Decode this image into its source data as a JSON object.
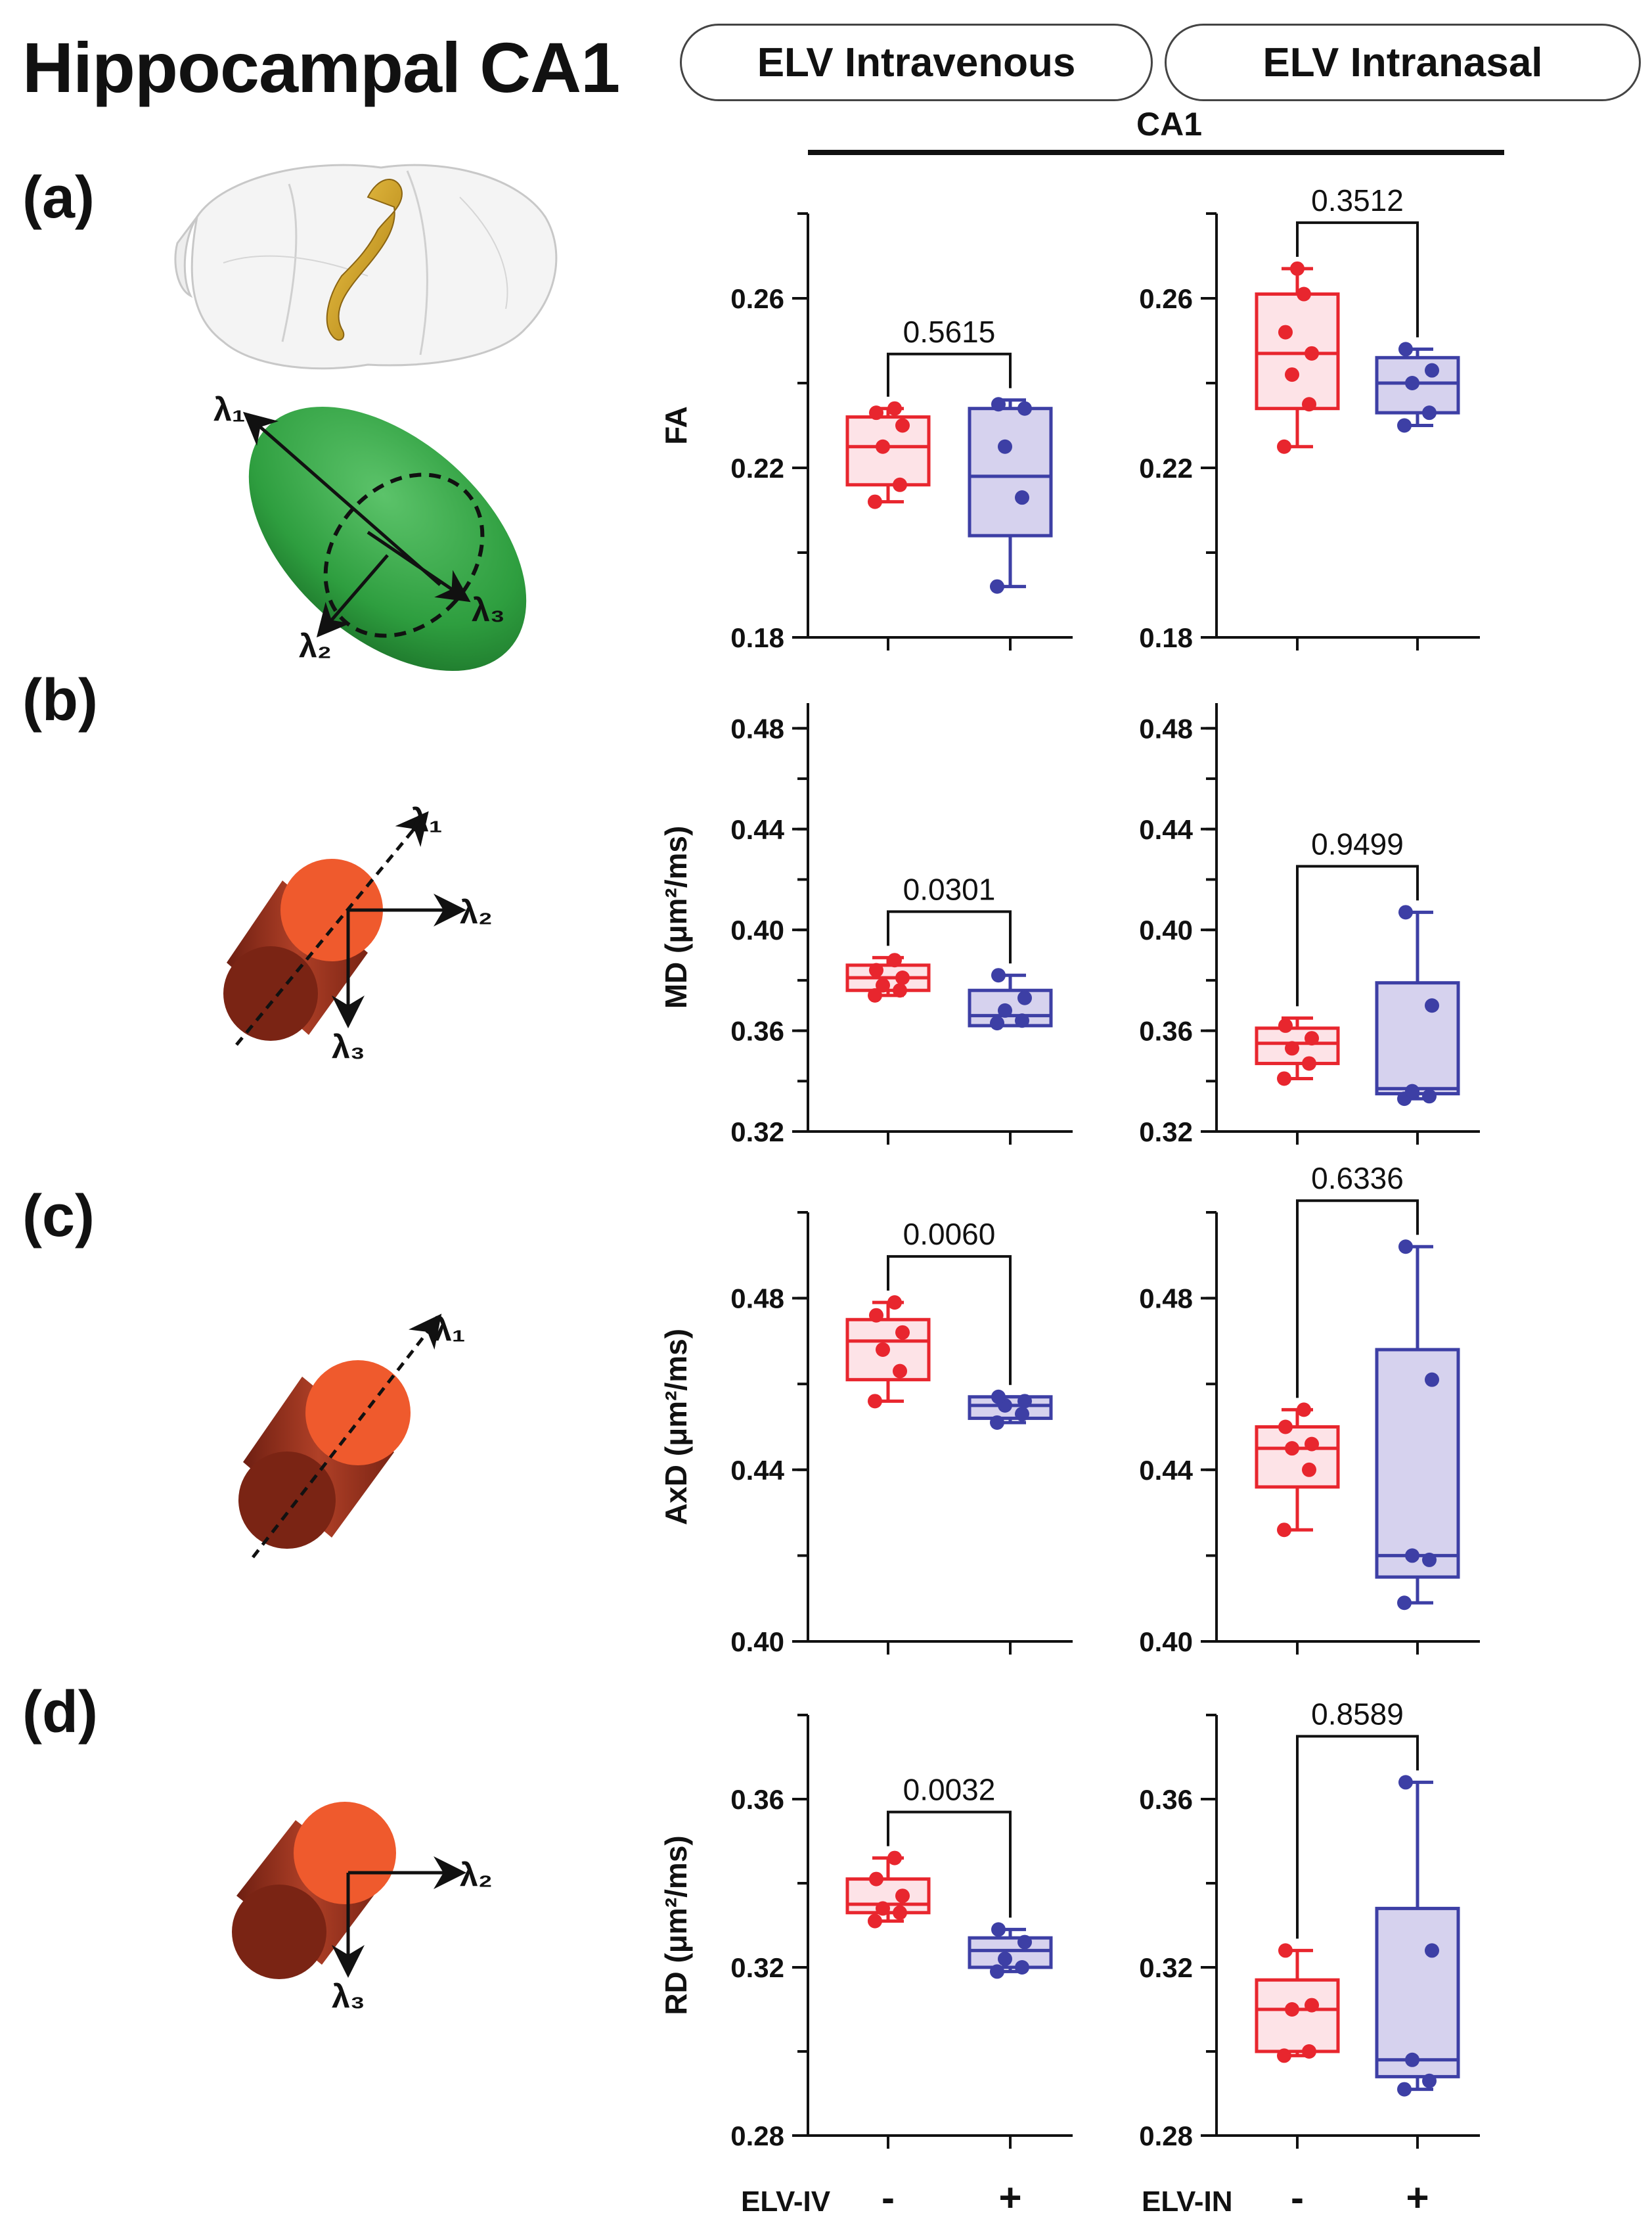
{
  "figure": {
    "title": "Hippocampal CA1",
    "group_headers": [
      "ELV Intravenous",
      "ELV Intranasal"
    ],
    "region_label": "CA1",
    "panel_letters": [
      "(a)",
      "(b)",
      "(c)",
      "(d)"
    ],
    "diagram_labels": {
      "l1": "λ₁",
      "l2": "λ₂",
      "l3": "λ₃"
    },
    "x_labels": {
      "iv": "ELV-IV",
      "in": "ELV-IN",
      "minus": "-",
      "plus": "+"
    },
    "colors": {
      "control": "#e8262e",
      "control_fill": "#fde3e7",
      "treated": "#3d3fa5",
      "treated_fill": "#d6d2ee",
      "ellipsoid": "#2e9e3f",
      "cylinder": "#a33520",
      "cylinder_face": "#ef5a2d",
      "hippocampus": "#d6a21a"
    }
  },
  "chart_data": [
    {
      "type": "box",
      "row": "a",
      "group": "ELV Intravenous",
      "ylabel": "FA",
      "ylim": [
        0.18,
        0.28
      ],
      "yticks": [
        0.18,
        0.22,
        0.26
      ],
      "categories": [
        "-",
        "+"
      ],
      "pvalue": "0.5615",
      "series": [
        {
          "min": 0.212,
          "q1": 0.216,
          "median": 0.225,
          "q3": 0.232,
          "max": 0.234,
          "points": [
            0.212,
            0.216,
            0.225,
            0.23,
            0.233,
            0.234
          ]
        },
        {
          "min": 0.192,
          "q1": 0.204,
          "median": 0.218,
          "q3": 0.234,
          "max": 0.236,
          "points": [
            0.192,
            0.213,
            0.225,
            0.234,
            0.235
          ]
        }
      ]
    },
    {
      "type": "box",
      "row": "a",
      "group": "ELV Intranasal",
      "ylabel": "",
      "ylim": [
        0.18,
        0.28
      ],
      "yticks": [
        0.18,
        0.22,
        0.26
      ],
      "categories": [
        "-",
        "+"
      ],
      "pvalue": "0.3512",
      "series": [
        {
          "min": 0.225,
          "q1": 0.234,
          "median": 0.247,
          "q3": 0.261,
          "max": 0.267,
          "points": [
            0.225,
            0.235,
            0.242,
            0.247,
            0.252,
            0.261,
            0.267
          ]
        },
        {
          "min": 0.23,
          "q1": 0.233,
          "median": 0.24,
          "q3": 0.246,
          "max": 0.248,
          "points": [
            0.23,
            0.233,
            0.24,
            0.243,
            0.248
          ]
        }
      ]
    },
    {
      "type": "box",
      "row": "b",
      "group": "ELV Intravenous",
      "ylabel": "MD (μm²/ms)",
      "ylim": [
        0.32,
        0.49
      ],
      "yticks": [
        0.32,
        0.36,
        0.4,
        0.44,
        0.48
      ],
      "categories": [
        "-",
        "+"
      ],
      "pvalue": "0.0301",
      "series": [
        {
          "min": 0.374,
          "q1": 0.376,
          "median": 0.381,
          "q3": 0.386,
          "max": 0.389,
          "points": [
            0.374,
            0.376,
            0.378,
            0.381,
            0.384,
            0.388
          ]
        },
        {
          "min": 0.363,
          "q1": 0.362,
          "median": 0.366,
          "q3": 0.376,
          "max": 0.382,
          "points": [
            0.363,
            0.364,
            0.368,
            0.373,
            0.382
          ]
        }
      ]
    },
    {
      "type": "box",
      "row": "b",
      "group": "ELV Intranasal",
      "ylabel": "",
      "ylim": [
        0.32,
        0.49
      ],
      "yticks": [
        0.32,
        0.36,
        0.4,
        0.44,
        0.48
      ],
      "categories": [
        "-",
        "+"
      ],
      "pvalue": "0.9499",
      "series": [
        {
          "min": 0.341,
          "q1": 0.347,
          "median": 0.355,
          "q3": 0.361,
          "max": 0.365,
          "points": [
            0.341,
            0.347,
            0.353,
            0.357,
            0.362
          ]
        },
        {
          "min": 0.333,
          "q1": 0.335,
          "median": 0.337,
          "q3": 0.379,
          "max": 0.407,
          "points": [
            0.333,
            0.334,
            0.336,
            0.37,
            0.407
          ]
        }
      ]
    },
    {
      "type": "box",
      "row": "c",
      "group": "ELV Intravenous",
      "ylabel": "AxD (μm²/ms)",
      "ylim": [
        0.4,
        0.5
      ],
      "yticks": [
        0.4,
        0.44,
        0.48
      ],
      "categories": [
        "-",
        "+"
      ],
      "pvalue": "0.0060",
      "series": [
        {
          "min": 0.456,
          "q1": 0.461,
          "median": 0.47,
          "q3": 0.475,
          "max": 0.479,
          "points": [
            0.456,
            0.463,
            0.468,
            0.472,
            0.476,
            0.479
          ]
        },
        {
          "min": 0.451,
          "q1": 0.452,
          "median": 0.455,
          "q3": 0.457,
          "max": 0.457,
          "points": [
            0.451,
            0.453,
            0.455,
            0.456,
            0.457
          ]
        }
      ]
    },
    {
      "type": "box",
      "row": "c",
      "group": "ELV Intranasal",
      "ylabel": "",
      "ylim": [
        0.4,
        0.5
      ],
      "yticks": [
        0.4,
        0.44,
        0.48
      ],
      "categories": [
        "-",
        "+"
      ],
      "pvalue": "0.6336",
      "series": [
        {
          "min": 0.426,
          "q1": 0.436,
          "median": 0.445,
          "q3": 0.45,
          "max": 0.454,
          "points": [
            0.426,
            0.44,
            0.445,
            0.446,
            0.45,
            0.454
          ]
        },
        {
          "min": 0.409,
          "q1": 0.415,
          "median": 0.42,
          "q3": 0.468,
          "max": 0.492,
          "points": [
            0.409,
            0.419,
            0.42,
            0.461,
            0.492
          ]
        }
      ]
    },
    {
      "type": "box",
      "row": "d",
      "group": "ELV Intravenous",
      "ylabel": "RD (μm²/ms)",
      "ylim": [
        0.28,
        0.38
      ],
      "yticks": [
        0.28,
        0.32,
        0.36
      ],
      "categories": [
        "-",
        "+"
      ],
      "pvalue": "0.0032",
      "series": [
        {
          "min": 0.331,
          "q1": 0.333,
          "median": 0.335,
          "q3": 0.341,
          "max": 0.346,
          "points": [
            0.331,
            0.333,
            0.334,
            0.337,
            0.341,
            0.346
          ]
        },
        {
          "min": 0.319,
          "q1": 0.32,
          "median": 0.324,
          "q3": 0.327,
          "max": 0.329,
          "points": [
            0.319,
            0.32,
            0.322,
            0.326,
            0.329
          ]
        }
      ]
    },
    {
      "type": "box",
      "row": "d",
      "group": "ELV Intranasal",
      "ylabel": "",
      "ylim": [
        0.28,
        0.38
      ],
      "yticks": [
        0.28,
        0.32,
        0.36
      ],
      "categories": [
        "-",
        "+"
      ],
      "pvalue": "0.8589",
      "series": [
        {
          "min": 0.299,
          "q1": 0.3,
          "median": 0.31,
          "q3": 0.317,
          "max": 0.324,
          "points": [
            0.299,
            0.3,
            0.31,
            0.311,
            0.324
          ]
        },
        {
          "min": 0.291,
          "q1": 0.294,
          "median": 0.298,
          "q3": 0.334,
          "max": 0.364,
          "points": [
            0.291,
            0.293,
            0.298,
            0.324,
            0.364
          ]
        }
      ]
    }
  ]
}
